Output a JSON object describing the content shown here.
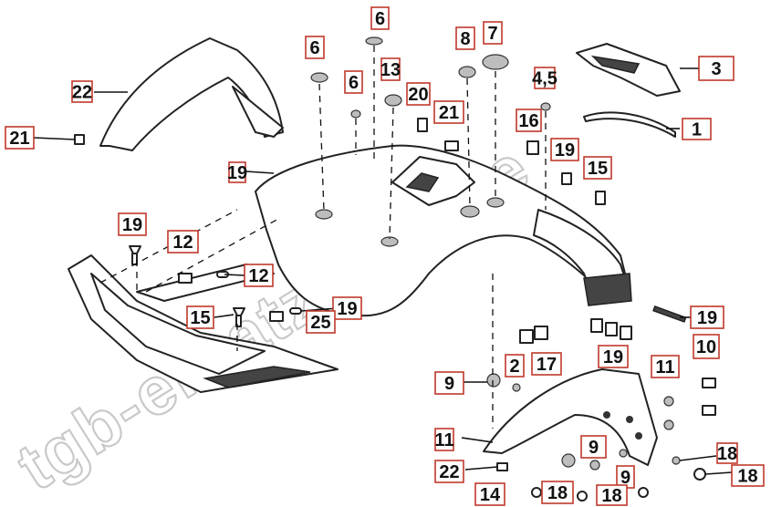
{
  "diagram": {
    "part_numbers": [
      "6",
      "7",
      "6",
      "8",
      "6",
      "13",
      "4,5",
      "3",
      "22",
      "21",
      "20",
      "21",
      "16",
      "1",
      "19",
      "19",
      "15",
      "19",
      "12",
      "15",
      "12",
      "19",
      "25",
      "19",
      "19",
      "17",
      "10",
      "11",
      "9",
      "2",
      "11",
      "9",
      "22",
      "9",
      "18",
      "18",
      "14",
      "18",
      "18"
    ],
    "watermark": "tgb-ersatzteile.de",
    "colors": {
      "tag_border": "#c0392b",
      "line": "#222222",
      "watermark": "#c9c9c9"
    }
  }
}
